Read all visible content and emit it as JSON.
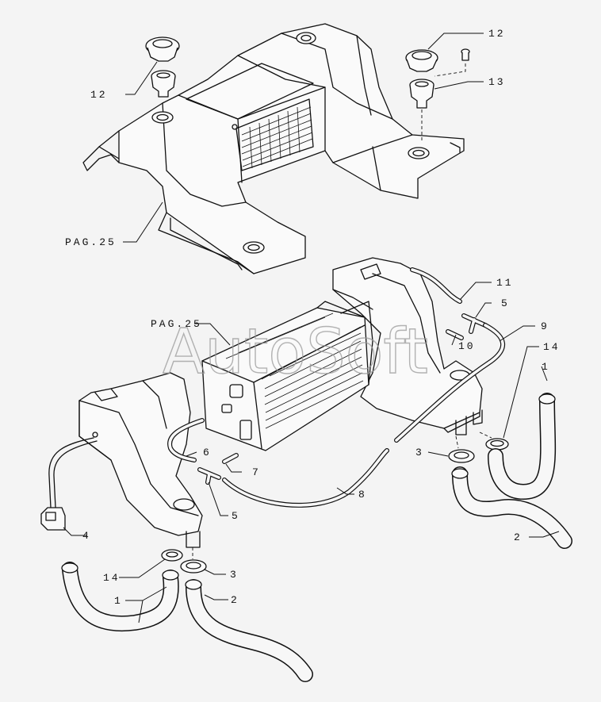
{
  "callouts": {
    "c12a": "12",
    "c12b": "12",
    "c13": "13",
    "pag25a": "PAG.25",
    "pag25b": "PAG.25",
    "c11": "11",
    "c5a": "5",
    "c9": "9",
    "c10": "10",
    "c14a": "14",
    "c1a": "1",
    "c6": "6",
    "c7": "7",
    "c8": "8",
    "c3a": "3",
    "c5b": "5",
    "c2a": "2",
    "c4": "4",
    "c14b": "14",
    "c3b": "3",
    "c1b": "1",
    "c2b": "2"
  },
  "watermark": "AutoSoft"
}
